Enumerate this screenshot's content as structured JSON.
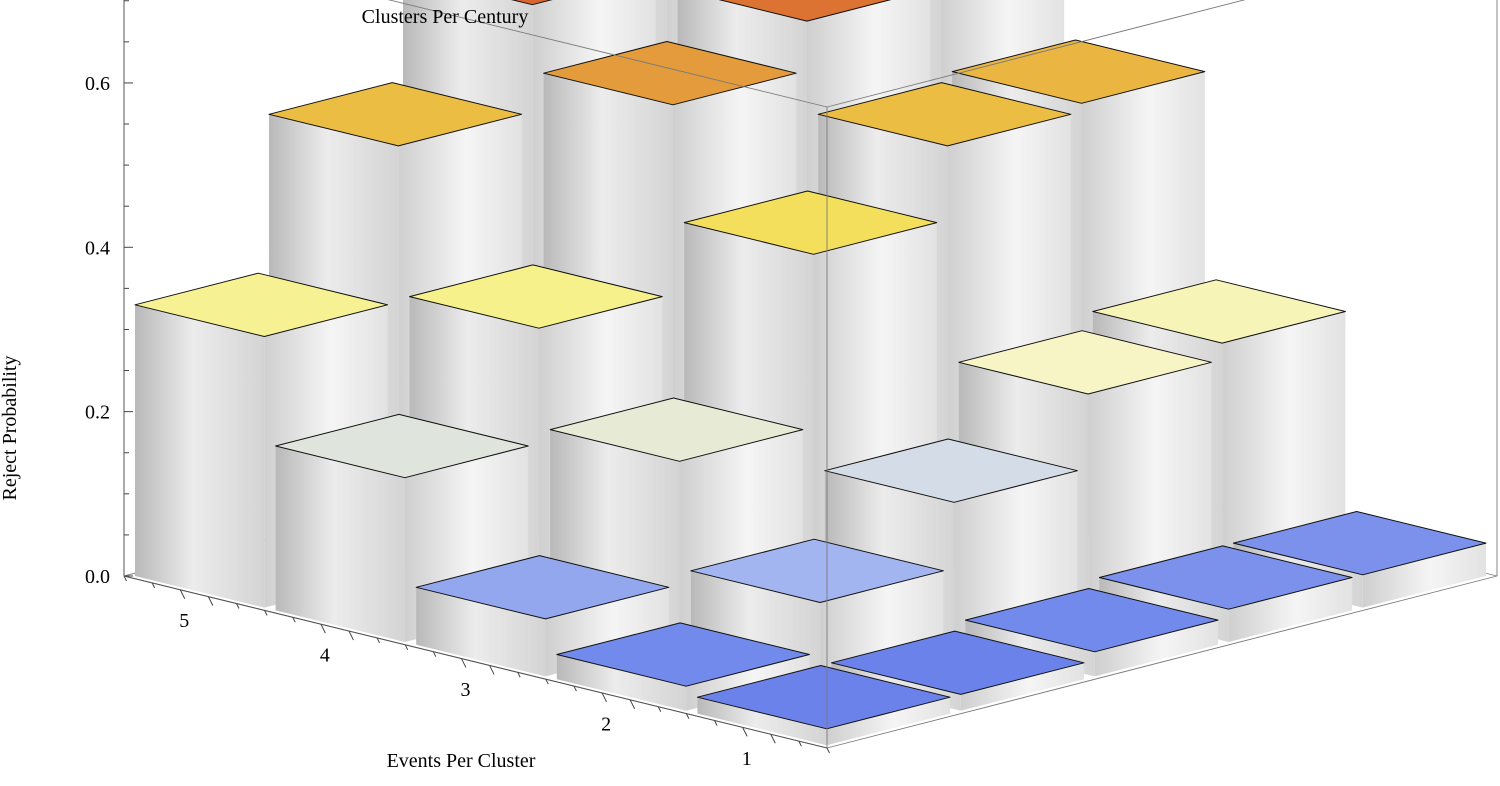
{
  "chart_data": {
    "type": "bar3d",
    "title": "",
    "xlabel": "Events Per Cluster",
    "ylabel": "Clusters Per Century",
    "zlabel": "Reject Probability",
    "x_ticks": [
      "1",
      "2",
      "3",
      "4",
      "5"
    ],
    "y_ticks": [
      "1",
      "2",
      "3",
      "4",
      "5"
    ],
    "z_ticks": [
      "0.0",
      "0.2",
      "0.4",
      "0.6"
    ],
    "zlim": [
      0,
      0.78
    ],
    "values": [
      [
        0.02,
        0.02,
        0.03,
        0.04,
        0.04
      ],
      [
        0.03,
        0.09,
        0.17,
        0.26,
        0.28
      ],
      [
        0.07,
        0.22,
        0.43,
        0.52,
        0.53
      ],
      [
        0.2,
        0.34,
        0.57,
        0.63,
        0.67
      ],
      [
        0.33,
        0.52,
        0.65,
        0.73,
        0.78
      ]
    ],
    "colorscale": [
      "#5a74e8",
      "#c4d2f5",
      "#f7f5c6",
      "#f6ee66",
      "#ebbd42",
      "#d96530",
      "#cf2228"
    ],
    "grid": false
  }
}
